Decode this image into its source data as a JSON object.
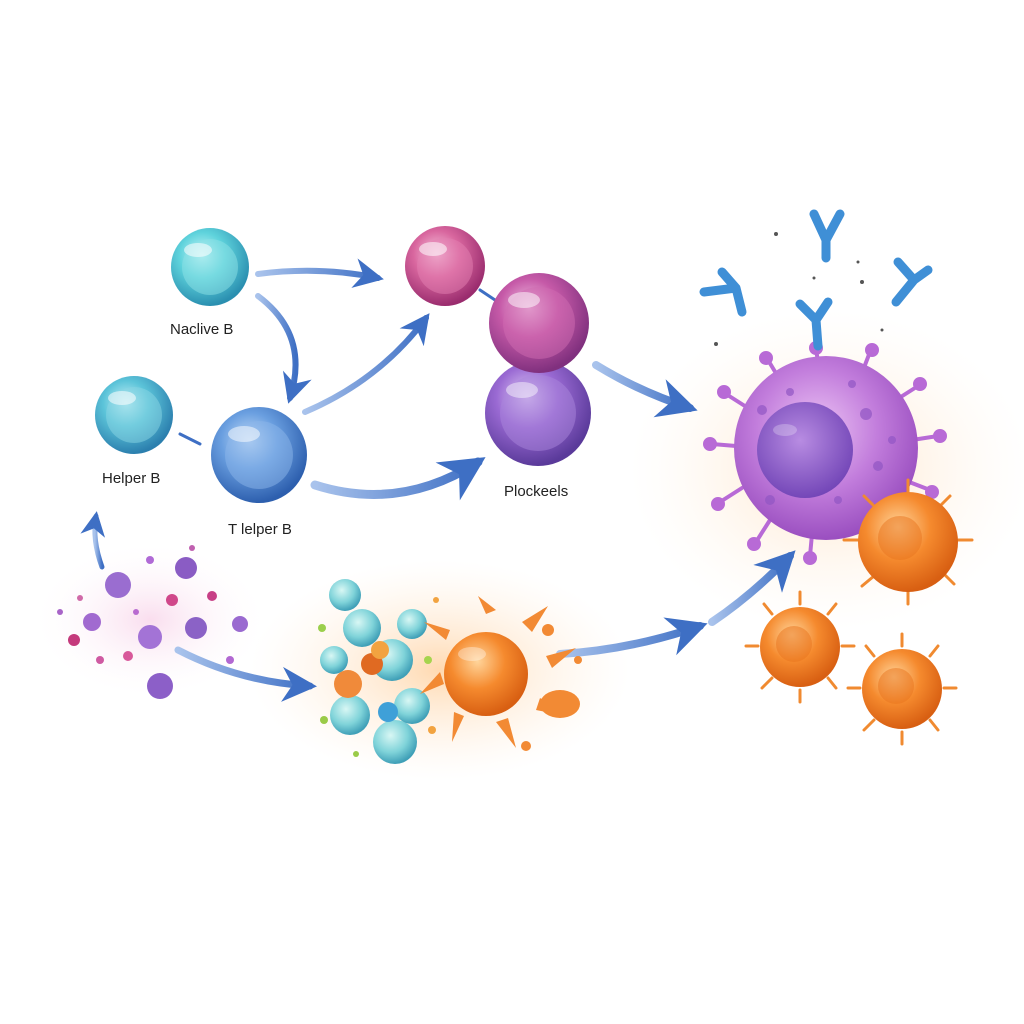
{
  "labels": {
    "naive_b": "Naclive B",
    "helper_b": "Helper B",
    "t_helper_b": "T lelper B",
    "plasma_cells": "Plockeels"
  },
  "colors": {
    "naive_cell": "#3fc3cf",
    "helper_cell": "#48b8d0",
    "t_helper_cell": "#4f8fd8",
    "pink_cell": "#c9508f",
    "plasma_top": "#c2489a",
    "plasma_bottom": "#8a58c9",
    "infected_cell": "#c071d8",
    "orange_cell": "#f07a22",
    "antibody": "#3f8fd6",
    "arrow": "#3e6fc4"
  },
  "icons": {
    "antibody": "y-shaped-antibody-icon",
    "pathogen": "spiky-pathogen-icon"
  }
}
